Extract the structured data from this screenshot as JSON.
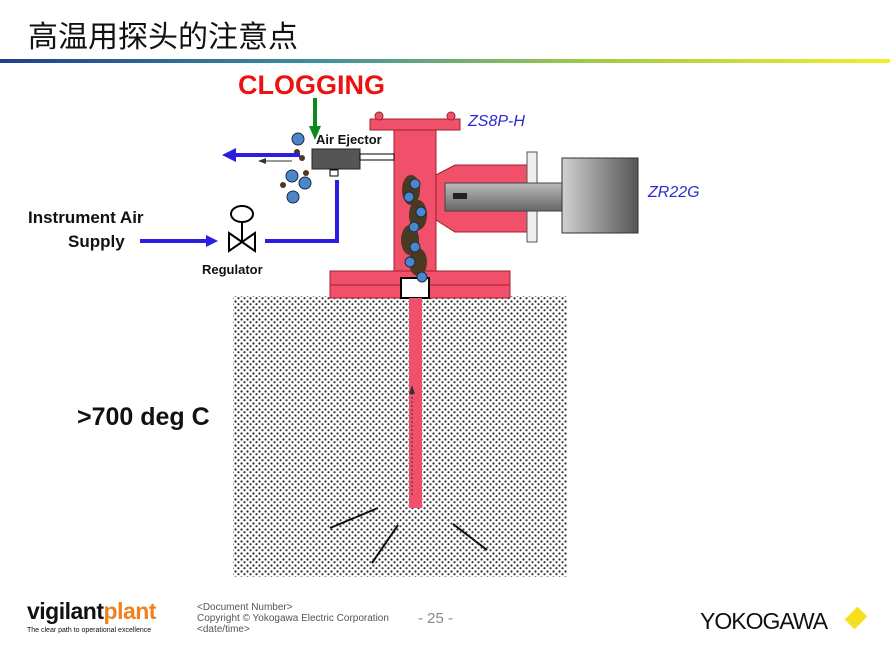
{
  "title": "高温用探头的注意点",
  "diagram": {
    "clogging": "CLOGGING",
    "air_ejector": "Air Ejector",
    "zs8p": "ZS8P-H",
    "zr22g": "ZR22G",
    "instrument_air_line1": "Instrument Air",
    "instrument_air_line2": "Supply",
    "regulator": "Regulator",
    "temperature": ">700 deg C",
    "colors": {
      "pipe": "#f0506a",
      "air": "#2a1ee0",
      "clog": "#ee1111",
      "arrow_green": "#0a8a1a",
      "probe": "#808080"
    }
  },
  "footer": {
    "brand_a": "vigilant",
    "brand_b": "plant",
    "tagline": "The clear path to operational excellence",
    "doc_number": "<Document  Number>",
    "copyright": "Copyright © Yokogawa Electric Corporation",
    "date": "<date/time>",
    "page": "- 25 -",
    "company": "YOKOGAWA"
  }
}
